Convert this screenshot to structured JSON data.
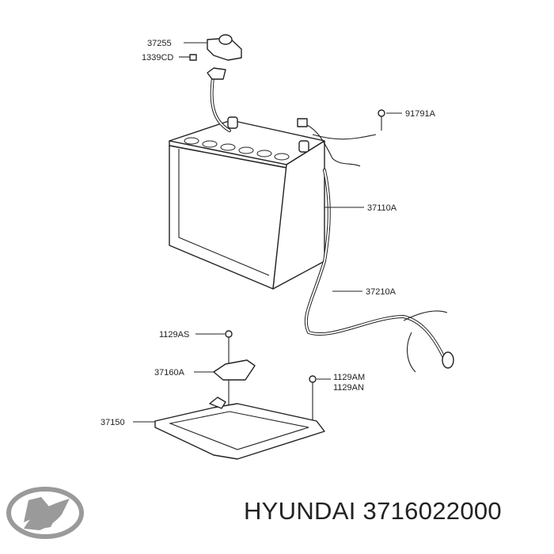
{
  "diagram": {
    "part_labels": {
      "p37255": "37255",
      "p1339CD": "1339CD",
      "p91791A": "91791A",
      "p37110A": "37110A",
      "p37210A": "37210A",
      "p1129AS": "1129AS",
      "p37160A": "37160A",
      "p1129AM": "1129AM",
      "p1129AN": "1129AN",
      "p37150": "37150"
    }
  },
  "footer": {
    "brand": "HYUNDAI",
    "part_number": "3716022000",
    "logo": "hyundai-logo"
  }
}
